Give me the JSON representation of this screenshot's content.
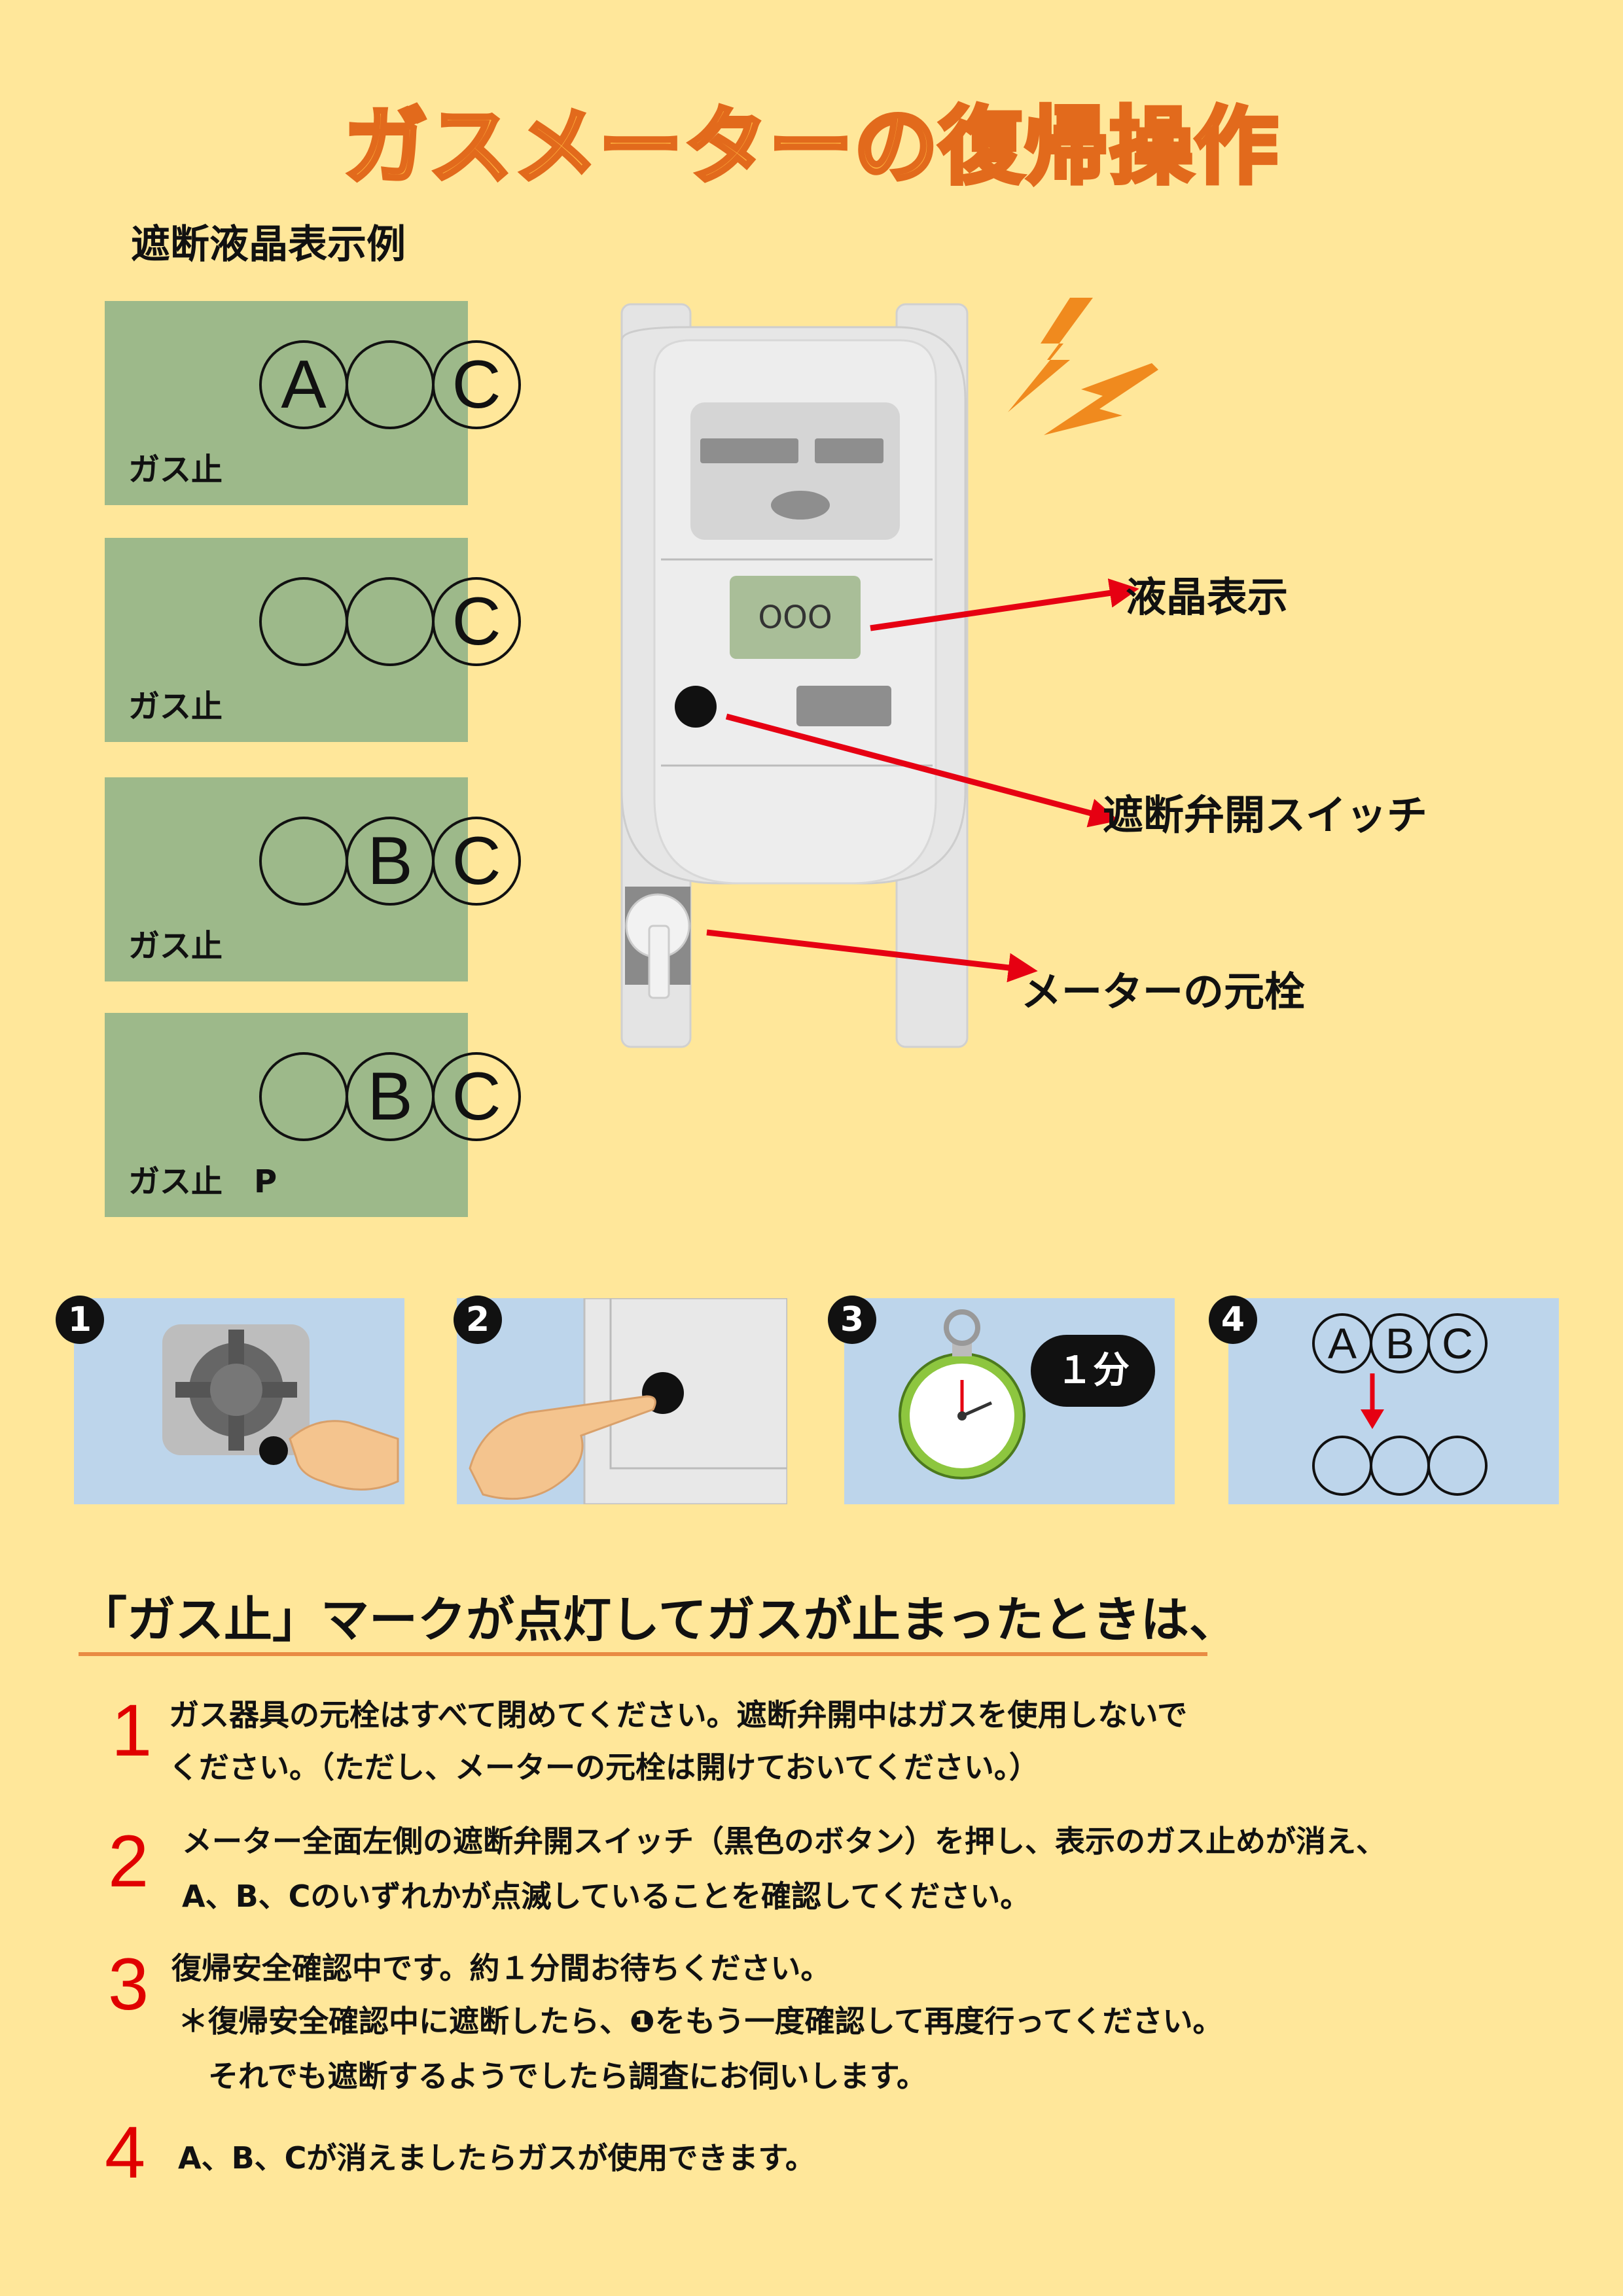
{
  "title": "ガスメーターの復帰操作",
  "lcd_examples": {
    "heading": "遮断液晶表示例",
    "panels": [
      {
        "circles": [
          "A",
          "",
          "C"
        ],
        "label": "ガス止"
      },
      {
        "circles": [
          "",
          "",
          "C"
        ],
        "label": "ガス止"
      },
      {
        "circles": [
          "",
          "B",
          "C"
        ],
        "label": "ガス止"
      },
      {
        "circles": [
          "",
          "B",
          "C"
        ],
        "label": "ガス止　P"
      }
    ]
  },
  "meter": {
    "display_sample": "OOO",
    "callouts": {
      "lcd": "液晶表示",
      "switch": "遮断弁開スイッチ",
      "valve": "メーターの元栓"
    },
    "colors": {
      "body": "#E4E4E4",
      "lcd": "#A9BE98",
      "arrow": "#E60012",
      "lightning": "#F08A1E"
    }
  },
  "steps_panels": [
    {
      "number": "1"
    },
    {
      "number": "2"
    },
    {
      "number": "3",
      "bubble": "１分"
    },
    {
      "number": "4",
      "top": [
        "A",
        "B",
        "C"
      ],
      "bottom": [
        "",
        "",
        ""
      ]
    }
  ],
  "section": {
    "title": "「ガス止」マークが点灯してガスが止まったときは、",
    "steps": [
      {
        "num": "1",
        "lines": [
          "ガス器具の元栓はすべて閉めてください。遮断弁開中はガスを使用しないで",
          "ください。（ただし、メーターの元栓は開けておいてください。）"
        ]
      },
      {
        "num": "2",
        "lines": [
          "メーター全面左側の遮断弁開スイッチ（黒色のボタン）を押し、表示のガス止めが消え、",
          "A、B、Cのいずれかが点滅していることを確認してください。"
        ]
      },
      {
        "num": "3",
        "lines": [
          "復帰安全確認中です。約１分間お待ちください。",
          "＊復帰安全確認中に遮断したら、❶をもう一度確認して再度行ってください。",
          "それでも遮断するようでしたら調査にお伺いします。"
        ]
      },
      {
        "num": "4",
        "lines": [
          "A、B、Cが消えましたらガスが使用できます。"
        ]
      }
    ]
  }
}
